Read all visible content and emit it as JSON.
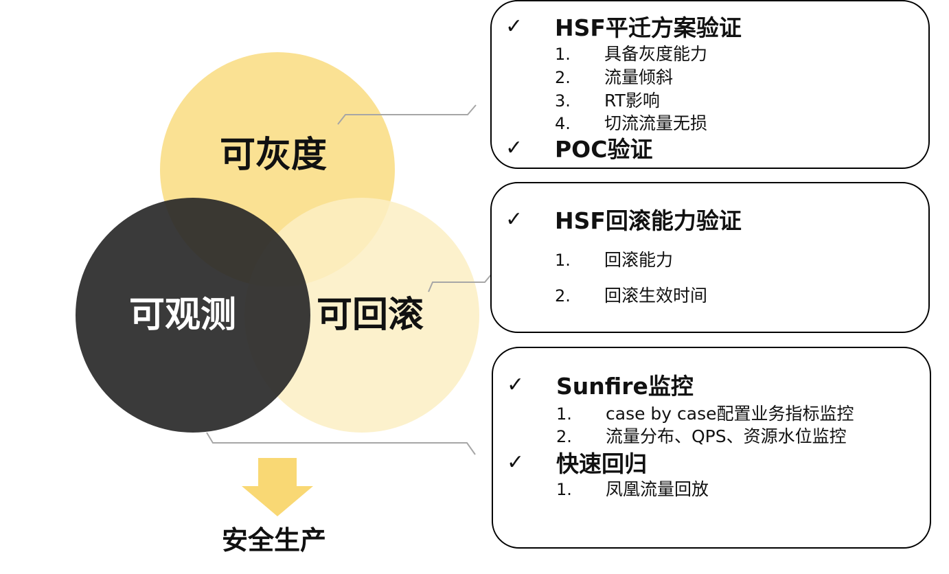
{
  "colors": {
    "gold": "#F9D874",
    "light_gold": "#FCEFC3",
    "dark": "#333333",
    "connector": "#A6A6A6"
  },
  "icons": {
    "check": "check-icon",
    "arrow": "arrow-down-icon"
  },
  "venn": {
    "gray_label": "可灰度",
    "rollback_label": "可回滚",
    "observe_label": "可观测"
  },
  "result": "安全生产",
  "boxes": [
    {
      "sections": [
        {
          "check": "✓",
          "title": "HSF平迁方案验证",
          "items": [
            {
              "num": "1.",
              "text": "具备灰度能力"
            },
            {
              "num": "2.",
              "text": "流量倾斜"
            },
            {
              "num": "3.",
              "text": "RT影响"
            },
            {
              "num": "4.",
              "text": "切流流量无损"
            }
          ]
        },
        {
          "check": "✓",
          "title": "POC验证",
          "items": []
        }
      ]
    },
    {
      "sections": [
        {
          "check": "✓",
          "title": "HSF回滚能力验证",
          "items": [
            {
              "num": "1.",
              "text": "回滚能力"
            },
            {
              "num": "2.",
              "text": "回滚生效时间"
            }
          ]
        }
      ]
    },
    {
      "sections": [
        {
          "check": "✓",
          "title": "Sunfire监控",
          "items": [
            {
              "num": "1.",
              "text": "case by case配置业务指标监控"
            },
            {
              "num": "2.",
              "text": "流量分布、QPS、资源水位监控"
            }
          ]
        },
        {
          "check": "✓",
          "title": "快速回归",
          "items": [
            {
              "num": "1.",
              "text": "凤凰流量回放"
            }
          ]
        }
      ]
    }
  ]
}
